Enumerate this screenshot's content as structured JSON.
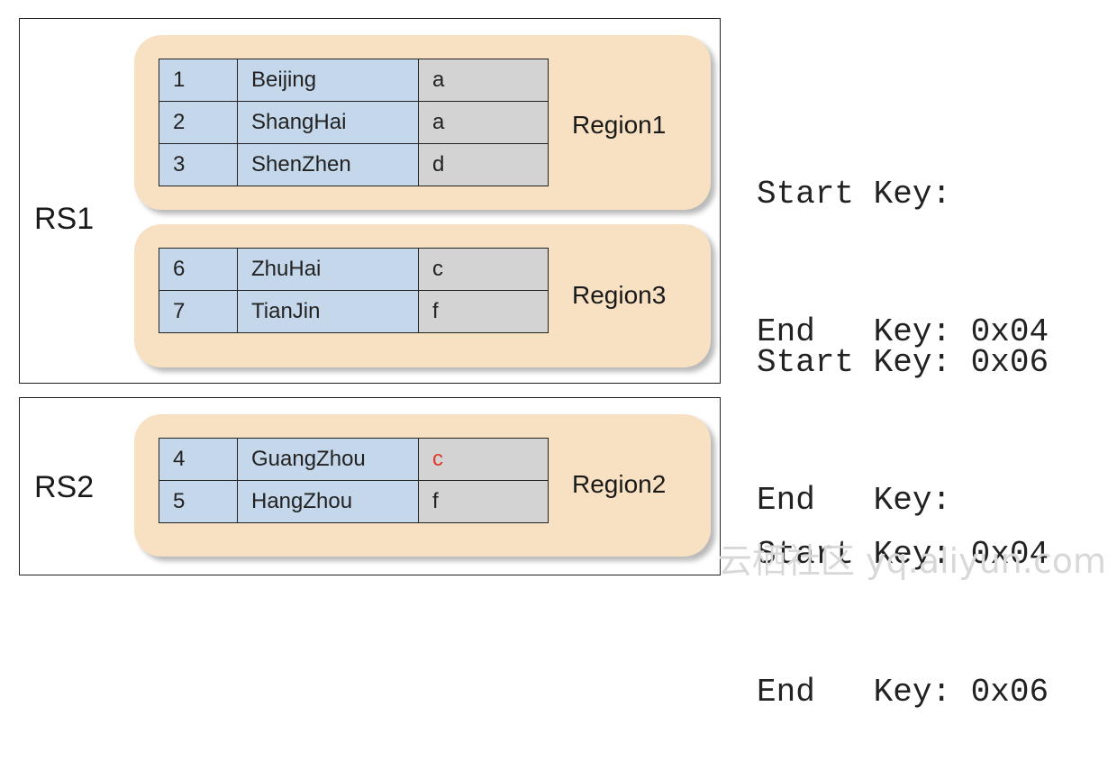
{
  "servers": [
    {
      "label": "RS1",
      "regions": [
        {
          "name": "Region1",
          "rows": [
            {
              "id": "1",
              "city": "Beijing",
              "value": "a"
            },
            {
              "id": "2",
              "city": "ShangHai",
              "value": "a"
            },
            {
              "id": "3",
              "city": "ShenZhen",
              "value": "d"
            }
          ],
          "start_key_label": "Start Key:",
          "start_key_value": "",
          "end_key_label": "End   Key:",
          "end_key_value": "0x04"
        },
        {
          "name": "Region3",
          "rows": [
            {
              "id": "6",
              "city": "ZhuHai",
              "value": "c"
            },
            {
              "id": "7",
              "city": "TianJin",
              "value": "f"
            }
          ],
          "start_key_label": "Start Key:",
          "start_key_value": "0x06",
          "end_key_label": "End   Key:",
          "end_key_value": ""
        }
      ]
    },
    {
      "label": "RS2",
      "regions": [
        {
          "name": "Region2",
          "rows": [
            {
              "id": "4",
              "city": "GuangZhou",
              "value": "c",
              "highlight": true
            },
            {
              "id": "5",
              "city": "HangZhou",
              "value": "f"
            }
          ],
          "start_key_label": "Start Key:",
          "start_key_value": "0x04",
          "end_key_label": "End   Key:",
          "end_key_value": "0x06"
        }
      ]
    }
  ],
  "colors": {
    "region_fill": "#f7e1c2",
    "row_key_fill": "#c5d7ea",
    "row_value_fill": "#d3d3d3",
    "highlight_text": "#e0392b"
  },
  "watermark": "云栖社区 yq.aliyun.com"
}
